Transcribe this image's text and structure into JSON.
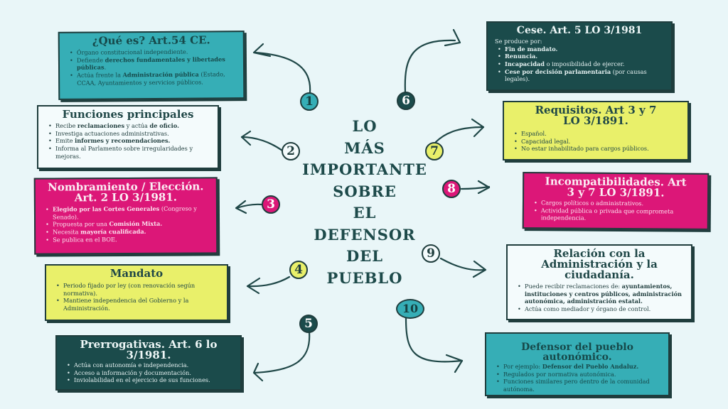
{
  "title_lines": [
    "LO",
    "MÁS",
    "IMPORTANTE",
    "SOBRE",
    "EL",
    "DEFENSOR",
    "DEL",
    "PUEBLO"
  ],
  "colors": {
    "background": "#e9f6f8",
    "teal": "#36aeb6",
    "pink": "#dc1778",
    "yellow": "#e9f06a",
    "dark_green": "#1b4b4b",
    "white": "#f4fbfc",
    "text_dark": "#1d4a4a"
  },
  "numbers": [
    "1",
    "2",
    "3",
    "4",
    "5",
    "6",
    "7",
    "8",
    "9",
    "10"
  ],
  "cards": {
    "que_es": {
      "title": "¿Qué es? Art.54 CE.",
      "items": [
        {
          "pre": "Órgano constitucional independiente.",
          "bold": "",
          "post": ""
        },
        {
          "pre": "Defiende ",
          "bold": "derechos fundamentales y libertades públicas",
          "post": "."
        },
        {
          "pre": "Actúa frente  la ",
          "bold": "Administración pública",
          "post": " (Estado, CCAA, Ayuntamientos y servicios públicos."
        }
      ]
    },
    "funciones": {
      "title": "Funciones principales",
      "items": [
        {
          "pre": "Recibe ",
          "bold": "reclamaciones",
          "post": " y actúa ",
          "bold2": "de oficio."
        },
        {
          "pre": "Investiga actuaciones administrativas.",
          "bold": "",
          "post": ""
        },
        {
          "pre": "Emite ",
          "bold": "informes y recomendaciones.",
          "post": ""
        },
        {
          "pre": "Informa al Parlamento sobre irregularidades y mejoras.",
          "bold": "",
          "post": ""
        }
      ]
    },
    "nombramiento": {
      "title": "Nombramiento / Elección. Art. 2 LO 3/1981.",
      "items": [
        {
          "pre": "",
          "bold": "Elegido por las Cortes Generales",
          "post": " (Congreso y Senado)."
        },
        {
          "pre": "Propuesta por una ",
          "bold": "Comisión Mixta.",
          "post": ""
        },
        {
          "pre": "Necesita ",
          "bold": "mayoría cualificada.",
          "post": ""
        },
        {
          "pre": "Se publica en el BOE.",
          "bold": "",
          "post": ""
        }
      ]
    },
    "mandato": {
      "title": "Mandato",
      "items": [
        {
          "pre": "Periodo fijado por ley (con renovación según normativa).",
          "bold": "",
          "post": ""
        },
        {
          "pre": "Mantiene independencia del Gobierno y la Administración.",
          "bold": "",
          "post": ""
        }
      ]
    },
    "prerrogativas": {
      "title": "Prerrogativas. Art. 6 lo 3/1981.",
      "items": [
        {
          "pre": "Actúa con autonomía e independencia.",
          "bold": "",
          "post": ""
        },
        {
          "pre": "Acceso a información y documentación.",
          "bold": "",
          "post": ""
        },
        {
          "pre": "Inviolabilidad en el ejercicio de sus funciones.",
          "bold": "",
          "post": ""
        }
      ]
    },
    "cese": {
      "title": "Cese. Art. 5 LO 3/1981",
      "intro": "Se produce por:",
      "items": [
        {
          "pre": "",
          "bold": "Fin de mandato.",
          "post": ""
        },
        {
          "pre": "",
          "bold": "Renuncia.",
          "post": ""
        },
        {
          "pre": "",
          "bold": "Incapacidad",
          "post": " o imposibilidad de ejercer."
        },
        {
          "pre": "",
          "bold": "Cese por decisión parlamentaria",
          "post": " (por causas legales)."
        }
      ]
    },
    "requisitos": {
      "title": "Requisitos. Art 3 y 7 LO 3/1891.",
      "items": [
        {
          "pre": "Español.",
          "bold": "",
          "post": ""
        },
        {
          "pre": "Capacidad legal.",
          "bold": "",
          "post": ""
        },
        {
          "pre": "No estar inhabilitado para cargos públicos.",
          "bold": "",
          "post": ""
        }
      ]
    },
    "incompatibilidades": {
      "title": "Incompatibilidades. Art 3 y 7 LO 3/1891.",
      "items": [
        {
          "pre": "Cargos políticos o administrativos.",
          "bold": "",
          "post": ""
        },
        {
          "pre": "Actividad pública o privada que comprometa independencia.",
          "bold": "",
          "post": ""
        }
      ]
    },
    "relacion": {
      "title": "Relación con la Administración y la ciudadanía.",
      "items": [
        {
          "pre": "Puede recibir reclamaciones de: ",
          "bold": "ayuntamientos, instituciones y centros públicos, administración autonómica, administración estatal.",
          "post": ""
        },
        {
          "pre": "Actúa como mediador y órgano de control.",
          "bold": "",
          "post": ""
        }
      ]
    },
    "autonomico": {
      "title": "Defensor del pueblo autonómico.",
      "items": [
        {
          "pre": "Por ejemplo: ",
          "bold": "Defensor del Pueblo Andaluz.",
          "post": ""
        },
        {
          "pre": "Regulados por normativa autonómica.",
          "bold": "",
          "post": ""
        },
        {
          "pre": "Funciones similares pero dentro de la comunidad autónoma.",
          "bold": "",
          "post": ""
        }
      ]
    }
  }
}
